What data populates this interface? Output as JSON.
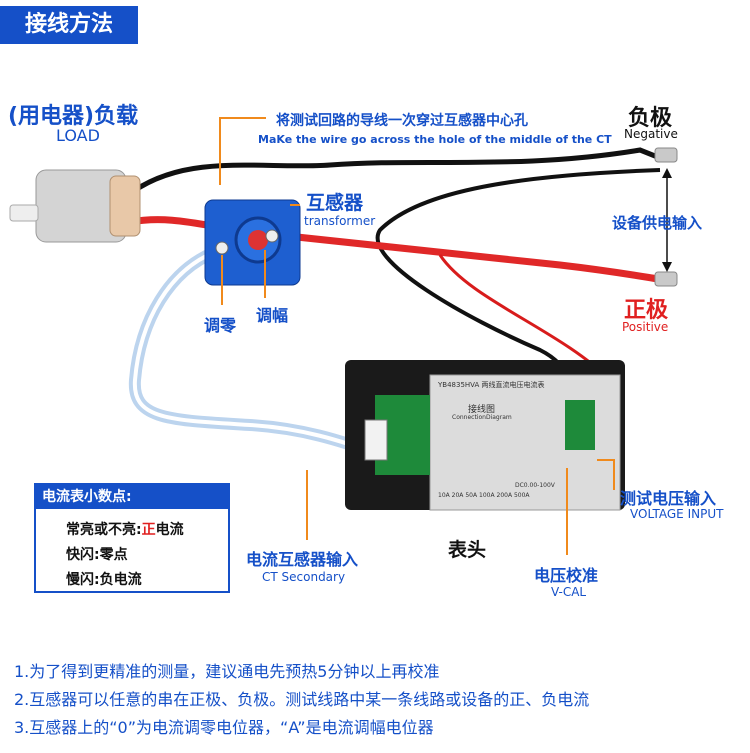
{
  "header": {
    "title": "接线方法"
  },
  "load": {
    "label_cn": "(用电器)负载",
    "label_en": "LOAD"
  },
  "instruction": {
    "cn": "将测试回路的导线一次穿过互感器中心孔",
    "en": "MaKe the wire go across the hole of the middle of the CT"
  },
  "negative": {
    "cn": "负极",
    "en": "Negative"
  },
  "power_input": {
    "cn": "设备供电输入"
  },
  "positive": {
    "cn": "正极",
    "en": "Positive"
  },
  "transformer": {
    "cn": "互感器",
    "en": "transformer"
  },
  "zero_adjust": {
    "cn": "调零"
  },
  "span_adjust": {
    "cn": "调幅"
  },
  "meter": {
    "model": "YB4835HVA 两线直流电压电流表",
    "wiring_title": "接线图",
    "wiring_subtitle": "ConnectionDiagram",
    "ranges": [
      "10A",
      "20A",
      "50A",
      "100A",
      "200A",
      "500A"
    ],
    "voltage": "DC0.00-100V",
    "head_label": "表头"
  },
  "ct_secondary": {
    "cn": "电流互感器输入",
    "en": "CT Secondary"
  },
  "vcal": {
    "cn": "电压校准",
    "en": "V-CAL"
  },
  "voltage_input": {
    "cn": "测试电压输入",
    "en": "VOLTAGE INPUT"
  },
  "decimal_note": {
    "title": "电流表小数点:",
    "line1_prefix": "常亮或不亮:",
    "line1_red": "正",
    "line1_suffix": "电流",
    "line2": "快闪:零点",
    "line3": "慢闪:负电流"
  },
  "footnotes": [
    "1.为了得到更精准的测量，建议通电先预热5分钟以上再校准",
    "2.互感器可以任意的串在正极、负极。测试线路中某一条线路或设备的正、负电流",
    "3.互感器上的“0”为电流调零电位器，“A”是电流调幅电位器"
  ],
  "colors": {
    "accent": "#1550c8",
    "positive": "#e02020",
    "callout": "#f08a1c"
  }
}
